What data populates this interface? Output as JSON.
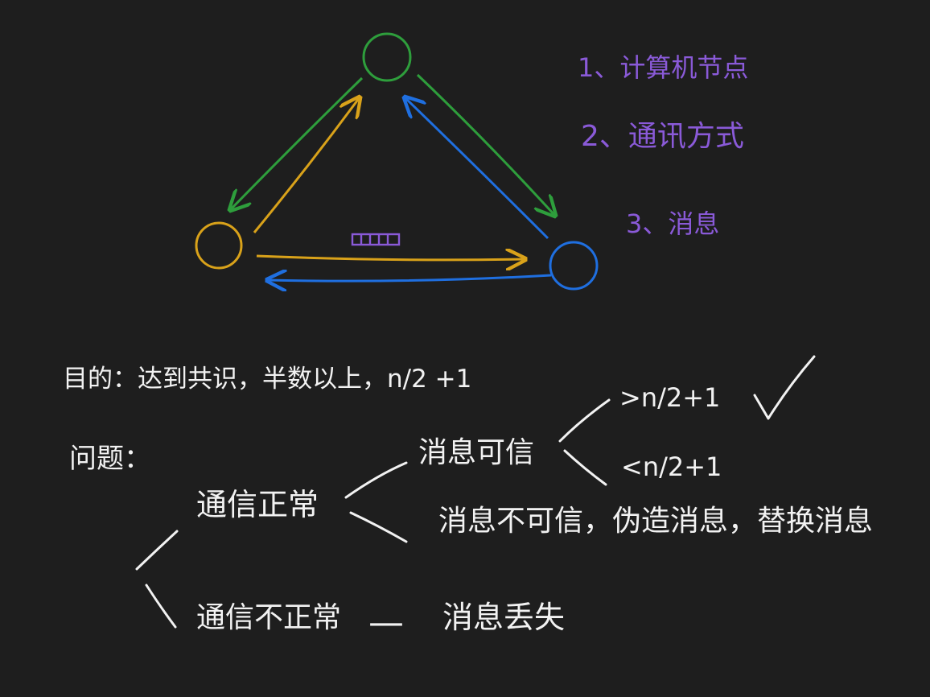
{
  "colors": {
    "background": "#1e1e1e",
    "green": "#2e9e3c",
    "yellow": "#d9a21a",
    "blue": "#1f6fe0",
    "purple": "#8a5ad8",
    "white": "#f2f2f2"
  },
  "legend": {
    "item1": "1、计算机节点",
    "item2": "2、通讯方式",
    "item3": "3、消息"
  },
  "queue_glyph": "message-queue",
  "goal": "目的：达到共识，半数以上，n/2 +1",
  "problem": "问题：",
  "branches": {
    "normal": "通信正常",
    "abnormal": "通信不正常",
    "reliable": "消息可信",
    "unreliable": "消息不可信，伪造消息，替换消息",
    "more": ">n/2+1",
    "less": "<n/2+1",
    "lost": "消息丢失",
    "dash": "—"
  },
  "checkmark": "✓"
}
